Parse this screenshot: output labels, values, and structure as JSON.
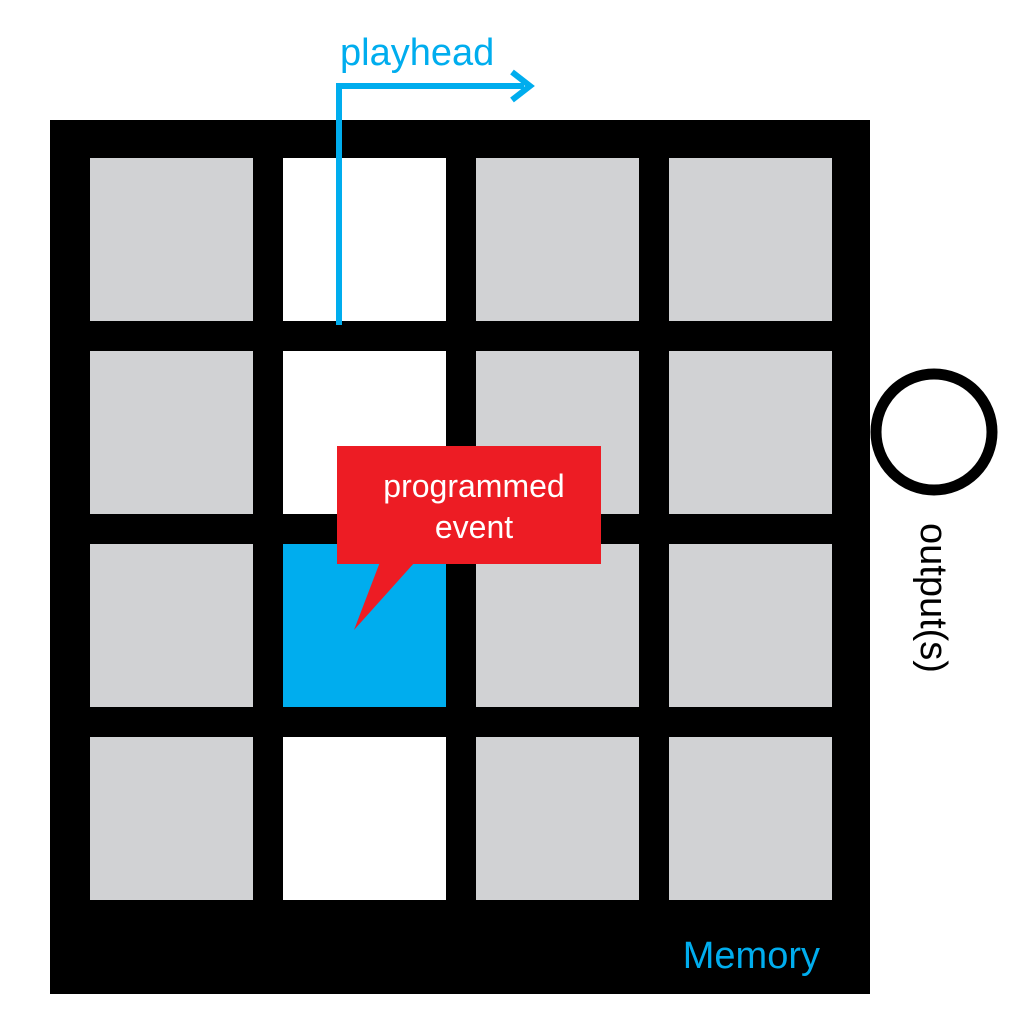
{
  "labels": {
    "playhead": "playhead",
    "callout_line1": "programmed",
    "callout_line2": "event",
    "memory": "Memory",
    "outputs": "output(s)"
  },
  "colors": {
    "background": "#ffffff",
    "frame": "#000000",
    "cell_idle": "#d1d2d4",
    "cell_active_column": "#ffffff",
    "cell_event": "#00adee",
    "playhead": "#00adee",
    "callout": "#ed1c24",
    "callout_text": "#ffffff",
    "memory_text": "#00adee",
    "output_ring": "#000000"
  },
  "grid": {
    "rows": 4,
    "columns": 4,
    "playhead_column": 2,
    "cells": [
      [
        "idle",
        "active",
        "idle",
        "idle"
      ],
      [
        "idle",
        "active",
        "idle",
        "idle"
      ],
      [
        "idle",
        "event",
        "idle",
        "idle"
      ],
      [
        "idle",
        "active",
        "idle",
        "idle"
      ]
    ]
  }
}
